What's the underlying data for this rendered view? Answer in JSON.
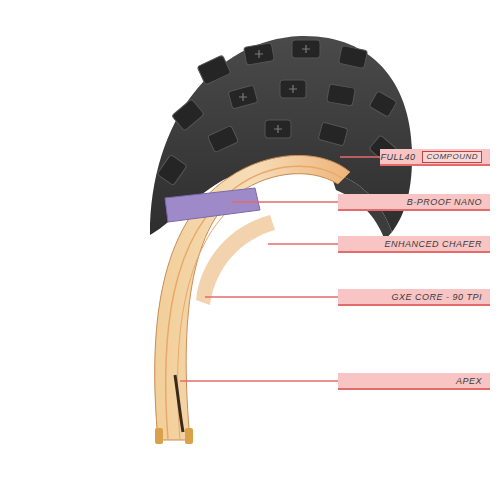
{
  "diagram": {
    "nodes": [
      {
        "text": [
          "FULL40",
          "COMPOUND"
        ]
      },
      {
        "text": [
          "B-PROOF NANO"
        ]
      },
      {
        "text": [
          "ENHANCED CHAFER"
        ]
      },
      {
        "text": [
          "GXE CORE - 90 TPI"
        ]
      },
      {
        "text": [
          "APEX"
        ]
      }
    ]
  }
}
